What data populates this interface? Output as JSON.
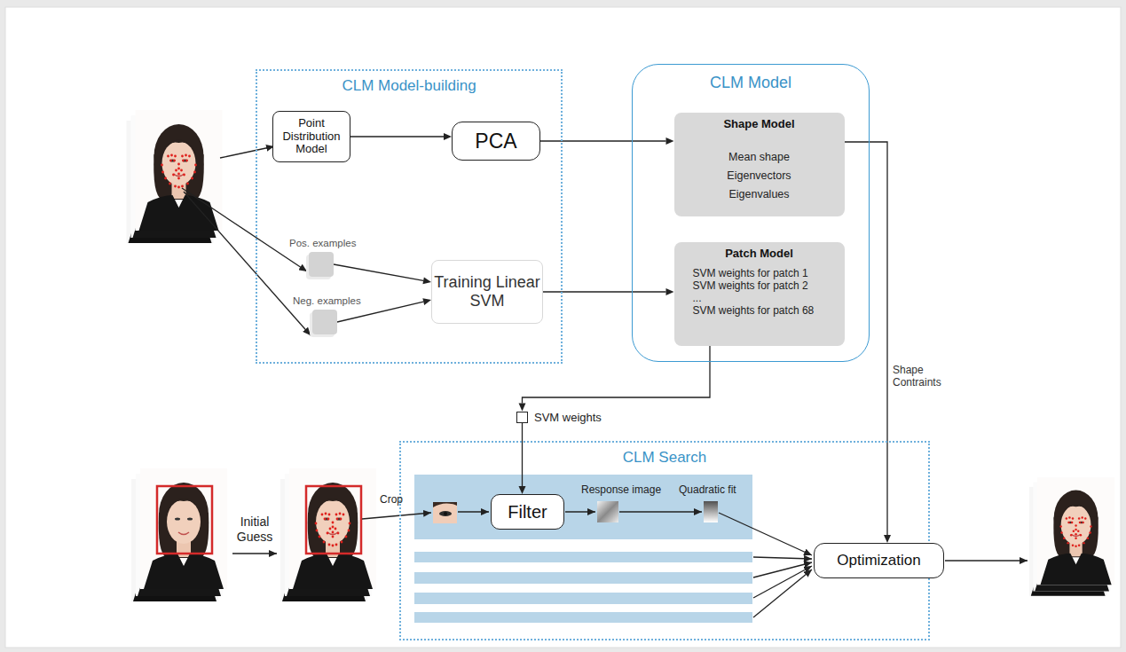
{
  "diagram": {
    "nodes": [
      {
        "text": [
          "CLM Model-building"
        ]
      },
      {
        "text": [
          "Point Distribution Model"
        ],
        "in": 0
      },
      {
        "text": [
          "PCA"
        ],
        "in": 0
      },
      {
        "text": [
          "Pos. examples"
        ],
        "in": 0
      },
      {
        "text": [
          "Neg. examples"
        ],
        "in": 0
      },
      {
        "text": [
          "Training Linear SVM"
        ],
        "in": 0
      },
      {
        "text": [
          "CLM Model"
        ]
      },
      {
        "text": [
          "Shape Model",
          "Mean shape",
          "Eigenvectors",
          "Eigenvalues"
        ],
        "in": 6
      },
      {
        "text": [
          "Patch Model",
          "SVM weights for patch 1",
          "SVM weights for patch 2",
          "...",
          "SVM weights for patch 68"
        ],
        "in": 6
      },
      {
        "text": [
          "SVM weights"
        ]
      },
      {
        "text": [
          "CLM Search"
        ]
      },
      {
        "text": [
          "Filter"
        ],
        "in": 10
      },
      {
        "text": [
          "Optimization"
        ]
      }
    ],
    "edges": [
      {
        "from": 1,
        "to": 2,
        "arrow": "to"
      },
      {
        "from": 2,
        "to": 7,
        "arrow": "to"
      },
      {
        "from": 3,
        "to": 5,
        "arrow": "to"
      },
      {
        "from": 4,
        "to": 5,
        "arrow": "to"
      },
      {
        "from": 5,
        "to": 8,
        "arrow": "to"
      },
      {
        "from": 8,
        "to": 9,
        "arrow": "to"
      },
      {
        "from": 9,
        "to": 11,
        "arrow": "to"
      },
      {
        "from": 7,
        "to": 12,
        "label": "Shape Contraints",
        "arrow": "to"
      }
    ],
    "labels": [
      "Initial Guess",
      "Crop",
      "Response image",
      "Quadratic fit"
    ]
  }
}
